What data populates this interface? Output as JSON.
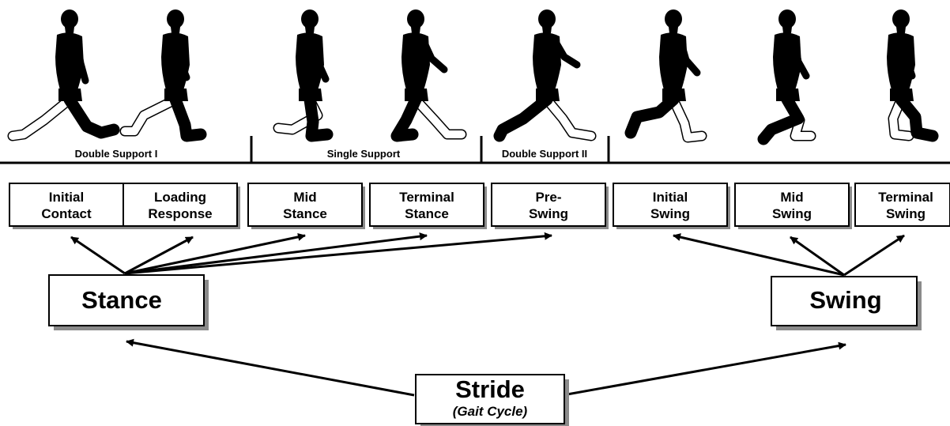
{
  "support_labels": [
    "Double Support I",
    "Single Support",
    "Double Support II"
  ],
  "phases": [
    {
      "line1": "Initial",
      "line2": "Contact"
    },
    {
      "line1": "Loading",
      "line2": "Response"
    },
    {
      "line1": "Mid",
      "line2": "Stance"
    },
    {
      "line1": "Terminal",
      "line2": "Stance"
    },
    {
      "line1": "Pre-",
      "line2": "Swing"
    },
    {
      "line1": "Initial",
      "line2": "Swing"
    },
    {
      "line1": "Mid",
      "line2": "Swing"
    },
    {
      "line1": "Terminal",
      "line2": "Swing"
    }
  ],
  "stance": {
    "label": "Stance"
  },
  "swing": {
    "label": "Swing"
  },
  "stride": {
    "label": "Stride",
    "sublabel": "(Gait Cycle)"
  },
  "figures": [
    "walking-figure-initial-contact",
    "walking-figure-loading-response",
    "walking-figure-mid-stance",
    "walking-figure-terminal-stance",
    "walking-figure-pre-swing",
    "walking-figure-initial-swing",
    "walking-figure-mid-swing",
    "walking-figure-terminal-swing"
  ],
  "colors": {
    "ink": "#000000",
    "shadow": "#8a8a8a",
    "box_fill": "#ffffff"
  }
}
